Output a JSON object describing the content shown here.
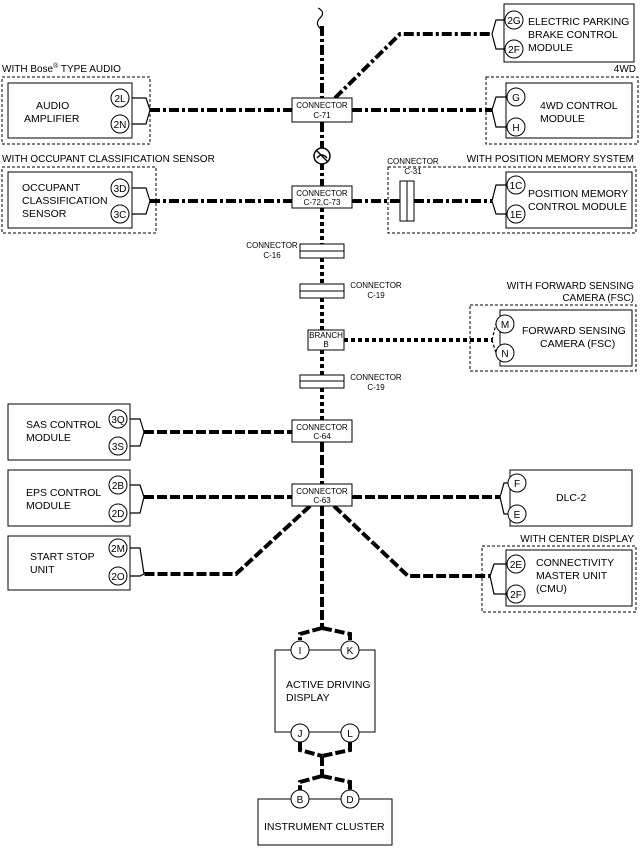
{
  "groups": {
    "bose": "WITH Bose",
    "bose_reg": "®",
    "bose_suffix": " TYPE AUDIO",
    "fourwd": "4WD",
    "occupant": "WITH OCCUPANT CLASSIFICATION SENSOR",
    "position": "WITH POSITION MEMORY SYSTEM",
    "fsc_line1": "WITH FORWARD SENSING",
    "fsc_line2": "CAMERA (FSC)",
    "center": "WITH CENTER DISPLAY"
  },
  "modules": {
    "epb": {
      "line1": "ELECTRIC PARKING",
      "line2": "BRAKE CONTROL",
      "line3": "MODULE",
      "pin1": "2G",
      "pin2": "2F"
    },
    "audio": {
      "line1": "AUDIO",
      "line2": "AMPLIFIER",
      "pin1": "2L",
      "pin2": "2N"
    },
    "fourwd": {
      "line1": "4WD CONTROL",
      "line2": "MODULE",
      "pin1": "G",
      "pin2": "H"
    },
    "ocs": {
      "line1": "OCCUPANT",
      "line2": "CLASSIFICATION",
      "line3": "SENSOR",
      "pin1": "3D",
      "pin2": "3C"
    },
    "pmcm": {
      "line1": "POSITION MEMORY",
      "line2": "CONTROL MODULE",
      "pin1": "1C",
      "pin2": "1E"
    },
    "fsc": {
      "line1": "FORWARD SENSING",
      "line2": "CAMERA (FSC)",
      "pin1": "M",
      "pin2": "N"
    },
    "sas": {
      "line1": "SAS CONTROL",
      "line2": "MODULE",
      "pin1": "3Q",
      "pin2": "3S"
    },
    "eps": {
      "line1": "EPS CONTROL",
      "line2": "MODULE",
      "pin1": "2B",
      "pin2": "2D"
    },
    "dlc": {
      "line1": "DLC-2",
      "pin1": "F",
      "pin2": "E"
    },
    "ssu": {
      "line1": "START STOP",
      "line2": "UNIT",
      "pin1": "2M",
      "pin2": "2O"
    },
    "cmu": {
      "line1": "CONNECTIVITY",
      "line2": "MASTER UNIT",
      "line3": "(CMU)",
      "pin1": "2E",
      "pin2": "2F"
    },
    "add": {
      "line1": "ACTIVE DRIVING",
      "line2": "DISPLAY",
      "pin_tl": "I",
      "pin_tr": "K",
      "pin_bl": "J",
      "pin_br": "L"
    },
    "ic": {
      "line1": "INSTRUMENT CLUSTER",
      "pin1": "B",
      "pin2": "D"
    }
  },
  "connectors": {
    "c71": {
      "line1": "CONNECTOR",
      "line2": "C-71"
    },
    "c72": {
      "line1": "CONNECTOR",
      "line2": "C-72,C-73"
    },
    "c31": {
      "line1": "CONNECTOR",
      "line2": "C-31"
    },
    "c16": {
      "line1": "CONNECTOR",
      "line2": "C-16"
    },
    "c19a": {
      "line1": "CONNECTOR",
      "line2": "C-19"
    },
    "branch": {
      "line1": "BRANCH",
      "line2": "B"
    },
    "c19b": {
      "line1": "CONNECTOR",
      "line2": "C-19"
    },
    "c64": {
      "line1": "CONNECTOR",
      "line2": "C-64"
    },
    "c63": {
      "line1": "CONNECTOR",
      "line2": "C-63"
    }
  }
}
